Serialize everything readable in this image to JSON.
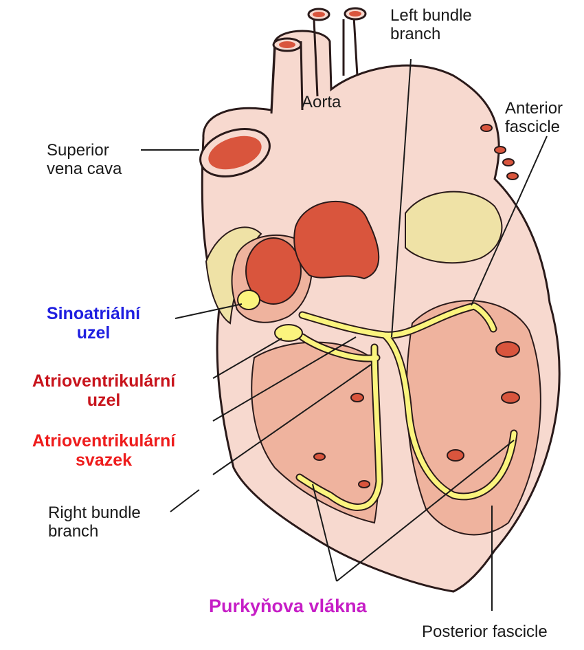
{
  "labels": {
    "left_bundle_branch": [
      "Left bundle",
      "branch"
    ],
    "aorta": "Aorta",
    "anterior_fascicle": [
      "Anterior",
      "fascicle"
    ],
    "superior_vena_cava": [
      "Superior",
      "vena cava"
    ],
    "sinoatrial_node": [
      "Sinoatriální",
      "uzel"
    ],
    "atrioventricular_node": [
      "Atrioventrikulární",
      "uzel"
    ],
    "atrioventricular_bundle": [
      "Atrioventrikulární",
      "svazek"
    ],
    "right_bundle_branch": [
      "Right bundle",
      "branch"
    ],
    "purkinje_fibers": "Purkyňova vlákna",
    "posterior_fascicle": "Posterior fascicle"
  },
  "colors": {
    "heart_outer": "#f7d9cf",
    "chamber": "#efb39e",
    "vessel_lumen": "#d9553d",
    "conduction": "#fbf47e",
    "fat": "#efe2a6",
    "sinoatrial_label": "#1f1fe0",
    "av_node_label": "#c8141c",
    "av_bundle_label": "#ee1c1c",
    "purkinje_label": "#c61ec6",
    "leader": "#1a1a1a"
  }
}
